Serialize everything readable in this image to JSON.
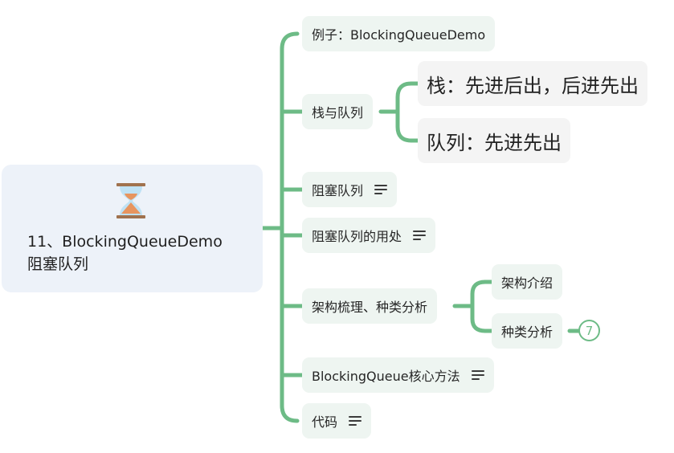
{
  "root": {
    "icon": "hourglass-icon",
    "title_line1": "11、BlockingQueueDemo",
    "title_line2": "阻塞队列"
  },
  "branches": [
    {
      "label": "例子：BlockingQueueDemo"
    },
    {
      "label": "栈与队列",
      "children": [
        "栈：先进后出，后进先出",
        "队列：先进先出"
      ]
    },
    {
      "label": "阻塞队列",
      "has_note": true
    },
    {
      "label": "阻塞队列的用处",
      "has_note": true
    },
    {
      "label": "架构梳理、种类分析",
      "children": [
        "架构介绍",
        "种类分析"
      ],
      "collapsed_count": "7"
    },
    {
      "label": "BlockingQueue核心方法",
      "has_note": true
    },
    {
      "label": "代码",
      "has_note": true
    }
  ],
  "colors": {
    "connector": "#6dbb86",
    "root_bg": "#edf2f9",
    "branch_bg": "#eef5f1",
    "leaf_bg": "#f4f4f4",
    "hourglass_frame": "#a0724e",
    "hourglass_glass": "#bfe2f5",
    "hourglass_sand": "#e7955f"
  }
}
